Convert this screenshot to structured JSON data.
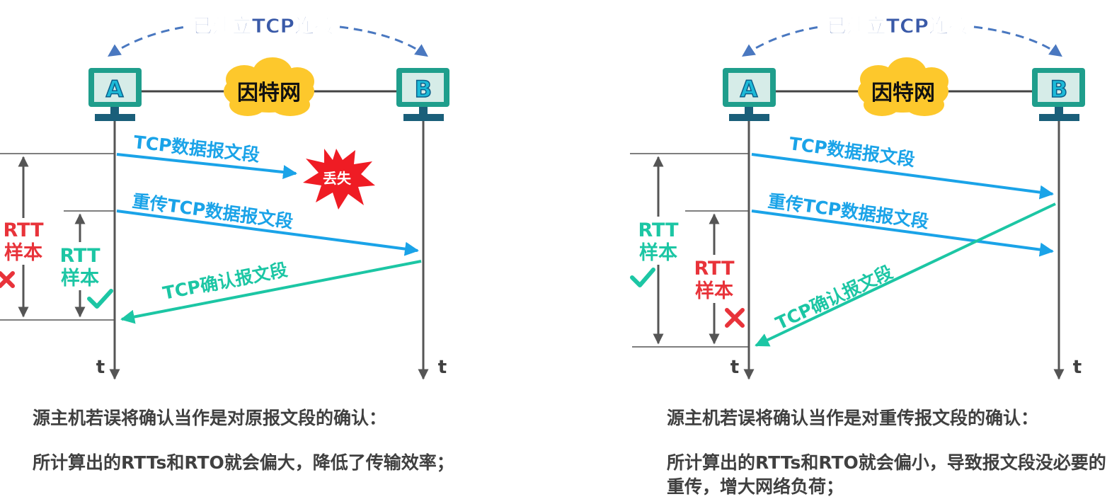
{
  "colors": {
    "blue_arrow": "#1aa3e8",
    "teal_arrow": "#1cc6a4",
    "red": "#e8333a",
    "dash_blue": "#4a78c0",
    "dash_label": "#3a5aa8",
    "computer_teal": "#1f9e8c",
    "cloud_yellow": "#fdc82c",
    "lost_red": "#ef1c24",
    "text_gray": "#404040",
    "line_gray": "#555555"
  },
  "left": {
    "connection_label": "已建立TCP连接",
    "host_a": "A",
    "host_b": "B",
    "cloud_label": "因特网",
    "data_segment_label": "TCP数据报文段",
    "lost_label": "丢失",
    "retransmit_label": "重传TCP数据报文段",
    "ack_label": "TCP确认报文段",
    "rtt_outer_line1": "RTT",
    "rtt_outer_line2": "样本",
    "rtt_inner_line1": "RTT",
    "rtt_inner_line2": "样本",
    "time_a": "t",
    "time_b": "t",
    "caption_line1": "源主机若误将确认当作是对原报文段的确认：",
    "caption_line2": "所计算出的RTTs和RTO就会偏大，降低了传输效率；"
  },
  "right": {
    "connection_label": "已建立TCP连接",
    "host_a": "A",
    "host_b": "B",
    "cloud_label": "因特网",
    "data_segment_label": "TCP数据报文段",
    "retransmit_label": "重传TCP数据报文段",
    "ack_label": "TCP确认报文段",
    "rtt_outer_line1": "RTT",
    "rtt_outer_line2": "样本",
    "rtt_inner_line1": "RTT",
    "rtt_inner_line2": "样本",
    "time_a": "t",
    "time_b": "t",
    "caption_line1": "源主机若误将确认当作是对重传报文段的确认：",
    "caption_line2": "所计算出的RTTs和RTO就会偏小，导致报文段没必要的重传，增大网络负荷；"
  }
}
